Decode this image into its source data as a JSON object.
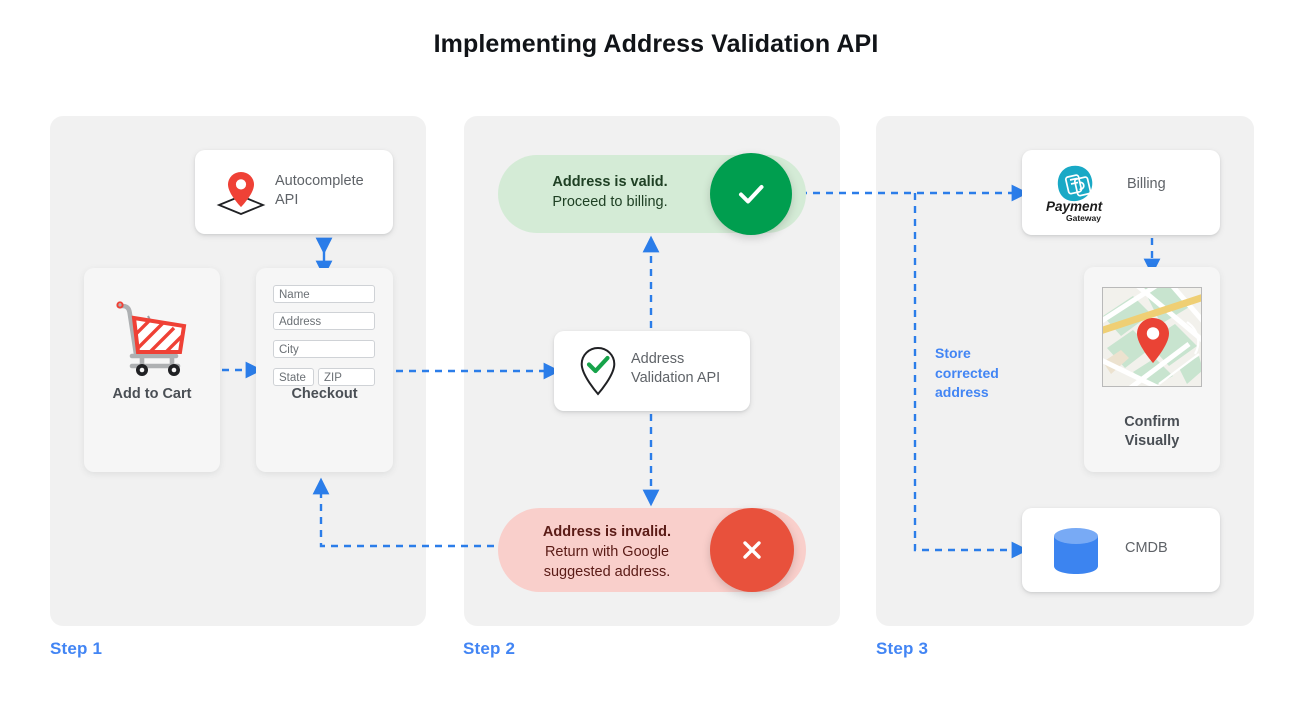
{
  "page": {
    "title": "Implementing Address Validation API",
    "accent_blue": "#4285f4",
    "panel_bg": "#f1f1f1",
    "valid_green": "#009e4f",
    "invalid_red": "#e8513c",
    "valid_pill_bg": "#d4ebd6",
    "invalid_pill_bg": "#f9cfcb"
  },
  "steps": [
    {
      "label": "Step 1"
    },
    {
      "label": "Step 2"
    },
    {
      "label": "Step 3"
    }
  ],
  "step1": {
    "autocomplete": {
      "label": "Autocomplete API",
      "label_line1": "Autocomplete",
      "label_line2": "API",
      "icon": "map-pin-diamond-icon"
    },
    "cart": {
      "caption": "Add to Cart",
      "icon": "shopping-cart-icon"
    },
    "checkout": {
      "caption": "Checkout",
      "fields": [
        {
          "name": "name-field",
          "placeholder": "Name"
        },
        {
          "name": "address-field",
          "placeholder": "Address"
        },
        {
          "name": "city-field",
          "placeholder": "City"
        },
        {
          "name": "state-field",
          "placeholder": "State"
        },
        {
          "name": "zip-field",
          "placeholder": "ZIP"
        }
      ]
    }
  },
  "step2": {
    "valid": {
      "line1": "Address is valid.",
      "line2": "Proceed to billing.",
      "icon": "check-circle-icon"
    },
    "invalid": {
      "line1": "Address is invalid.",
      "line2": "Return with Google",
      "line3": "suggested address.",
      "icon": "x-circle-icon"
    },
    "validation_api": {
      "label": "Address Validation API",
      "label_line1": "Address",
      "label_line2": "Validation API",
      "icon": "pin-check-icon"
    }
  },
  "step3": {
    "billing": {
      "label": "Billing",
      "logo_line1": "Payment",
      "logo_line2": "Gateway",
      "icon": "payment-gateway-icon"
    },
    "confirm": {
      "caption_line1": "Confirm",
      "caption_line2": "Visually",
      "icon": "map-thumbnail-icon"
    },
    "cmdb": {
      "label": "CMDB",
      "icon": "database-cylinder-icon"
    },
    "annotation": {
      "line1": "Store",
      "line2": "corrected",
      "line3": "address"
    }
  }
}
